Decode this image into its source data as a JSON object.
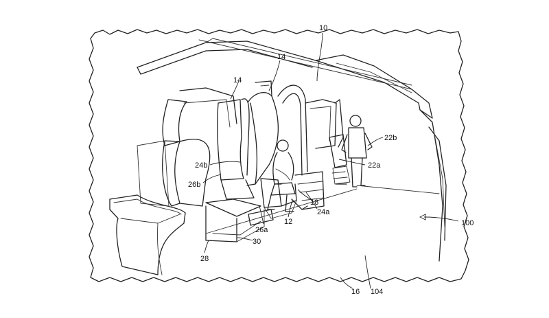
{
  "figure": {
    "references": {
      "r10": "10",
      "r14_left": "14",
      "r14_right": "14",
      "r24b": "24b",
      "r26b": "26b",
      "r22b": "22b",
      "r22a": "22a",
      "r18": "18",
      "r24a": "24a",
      "r12": "12",
      "r26a": "26a",
      "r30": "30",
      "r28": "28",
      "r100": "100",
      "r16": "16",
      "r104": "104"
    }
  }
}
